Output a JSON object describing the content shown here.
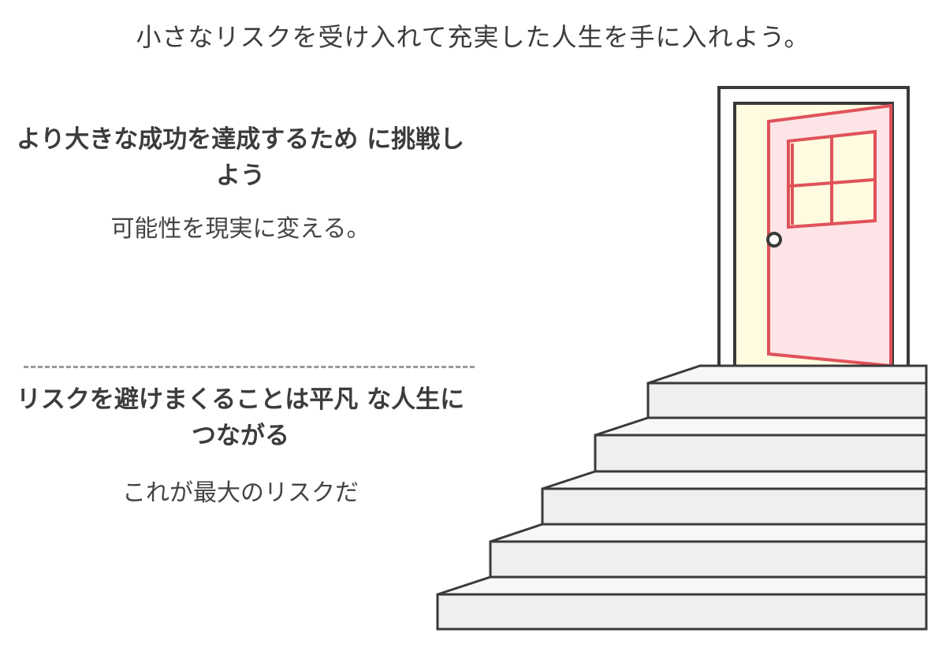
{
  "title": "小さなリスクを受け入れて充実した人生を手に入れよう。",
  "success": {
    "headline": "より大きな成功を達成するため に挑戦しよう",
    "subtext": "可能性を現実に変える。"
  },
  "risk": {
    "headline": "リスクを避けまくることは平凡 な人生につながる",
    "subtext": "これが最大のリスクだ"
  },
  "illustration": {
    "icons": [
      "door-icon",
      "window-icon",
      "doorknob-icon",
      "staircase-icon"
    ],
    "colors": {
      "outline": "#3a3a3a",
      "door_fill": "#fde4e6",
      "door_stroke": "#e0525a",
      "doorway_light": "#fffbe0",
      "step_fill": "#efefef"
    }
  }
}
